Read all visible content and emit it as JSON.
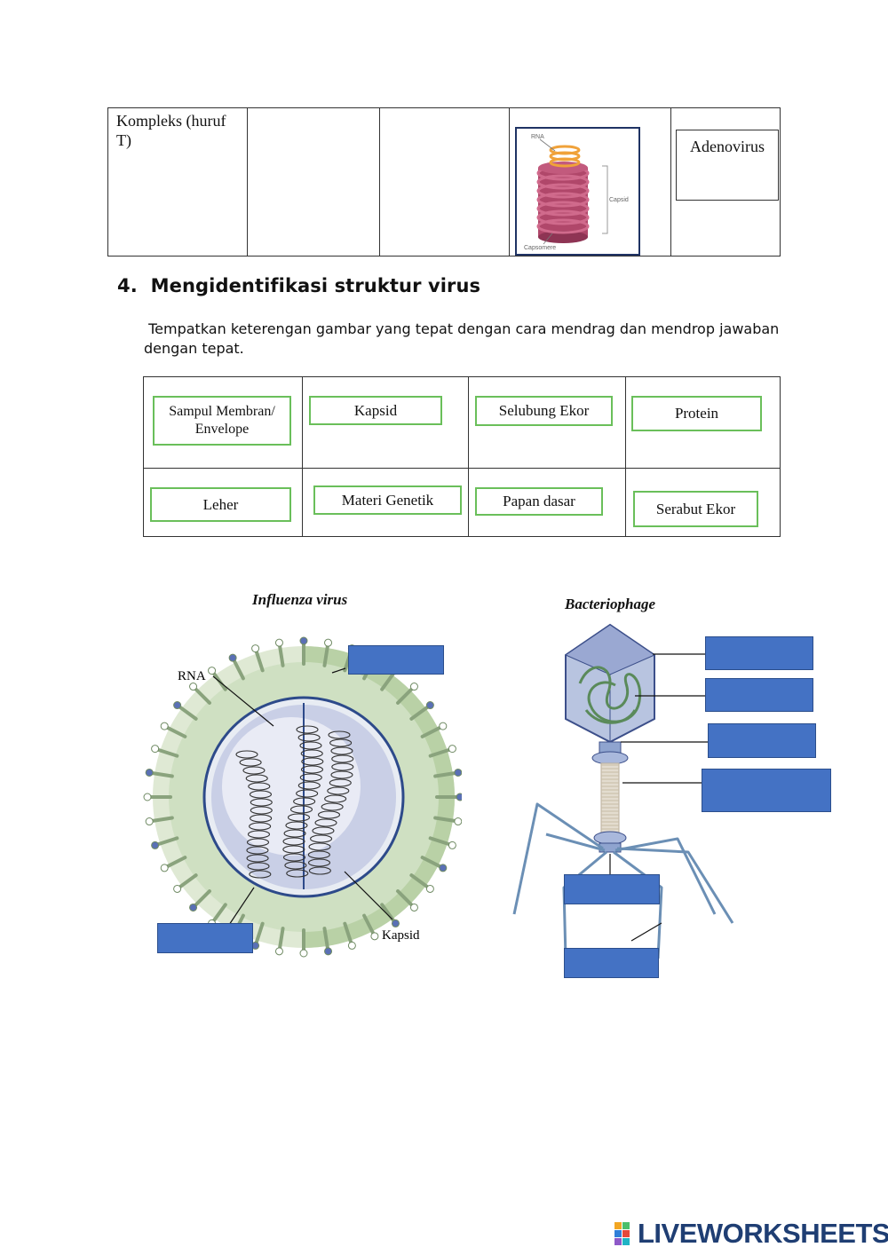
{
  "top_table": {
    "type_label": "Kompleks (huruf T)",
    "thumb": {
      "rna_label": "RNA",
      "capsid_label": "Capsid",
      "capsomere_label": "Capsomere"
    },
    "answer": "Adenovirus"
  },
  "section": {
    "number": "4.",
    "title": "Mengidentifikasi struktur virus",
    "instruction": "Tempatkan keterengan gambar yang tepat dengan cara mendrag dan mendrop jawaban dengan tepat."
  },
  "chips": [
    "Sampul Membran/ Envelope",
    "Kapsid",
    "Selubung Ekor",
    "Protein",
    "Leher",
    "Materi Genetik",
    "Papan dasar",
    "Serabut Ekor"
  ],
  "influenza": {
    "title": "Influenza virus",
    "rna_label": "RNA",
    "kapsid_label": "Kapsid"
  },
  "bacteriophage": {
    "title": "Bacteriophage"
  },
  "colors": {
    "chip_border": "#6abf5a",
    "drop_zone": "#4472c4"
  },
  "footer": {
    "brand": "LIVEWORKSHEETS"
  }
}
